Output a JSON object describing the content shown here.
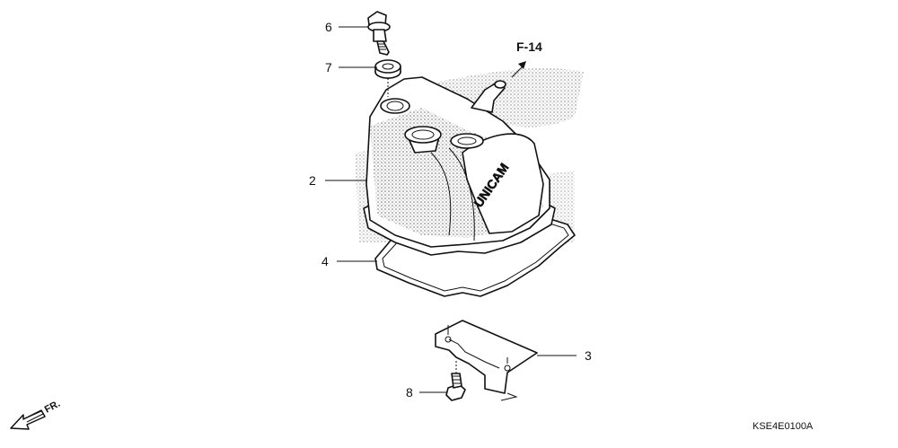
{
  "callouts": {
    "bolt_top": "6",
    "washer": "7",
    "cover": "2",
    "gasket": "4",
    "plate": "3",
    "bolt_bottom": "8"
  },
  "reference": {
    "label": "F-14"
  },
  "cover_logo": "UNICAM",
  "front_label": "FR.",
  "diagram_code": "KSE4E0100A"
}
